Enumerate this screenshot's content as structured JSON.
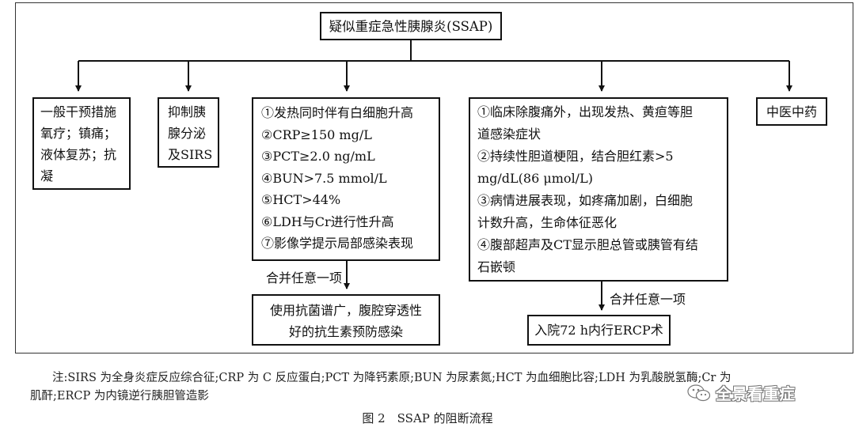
{
  "top_box": "疑似重症急性胰腺炎(SSAP)",
  "box_general": [
    "一般干预措施",
    "氧疗；镇痛；",
    "液体复苏；抗",
    "凝"
  ],
  "box_suppress": [
    "抑制胰",
    "腺分泌",
    "及SIRS"
  ],
  "box_infection_criteria": [
    "①发热同时伴有白细胞升高",
    "②CRP≥150 mg/L",
    "③PCT≥2.0 ng/mL",
    "④BUN>7.5 mmol/L",
    "⑤HCT>44%",
    "⑥LDH与Cr进行性升高",
    "⑦影像学提示局部感染表现"
  ],
  "label_any_left": "合并任意一项",
  "box_antibiotic": [
    "使用抗菌谱广，腹腔穿透性",
    "好的抗生素预防感染"
  ],
  "box_biliary_criteria": [
    "①临床除腹痛外，出现发热、黄疸等胆",
    "道感染症状",
    "②持续性胆道梗阻，结合胆红素>5",
    "mg/dL(86 μmol/L)",
    "③病情进展表现，如疼痛加剧，白细胞",
    "计数升高，生命体征恶化",
    "④腹部超声及CT显示胆总管或胰管有结",
    "石嵌顿"
  ],
  "label_any_right": "合并任意一项",
  "box_ercp": "入院72 h内行ERCP术",
  "box_tcm": "中医中药",
  "note_lines": [
    "注:SIRS 为全身炎症反应综合征;CRP 为 C 反应蛋白;PCT 为降钙素原;BUN 为尿素氮;HCT 为血细胞比容;LDH 为乳酸脱氢酶;Cr 为",
    "肌酐;ERCP 为内镜逆行胰胆管造影"
  ],
  "caption": "图 2　SSAP 的阻断流程",
  "watermark": "全景看重症"
}
